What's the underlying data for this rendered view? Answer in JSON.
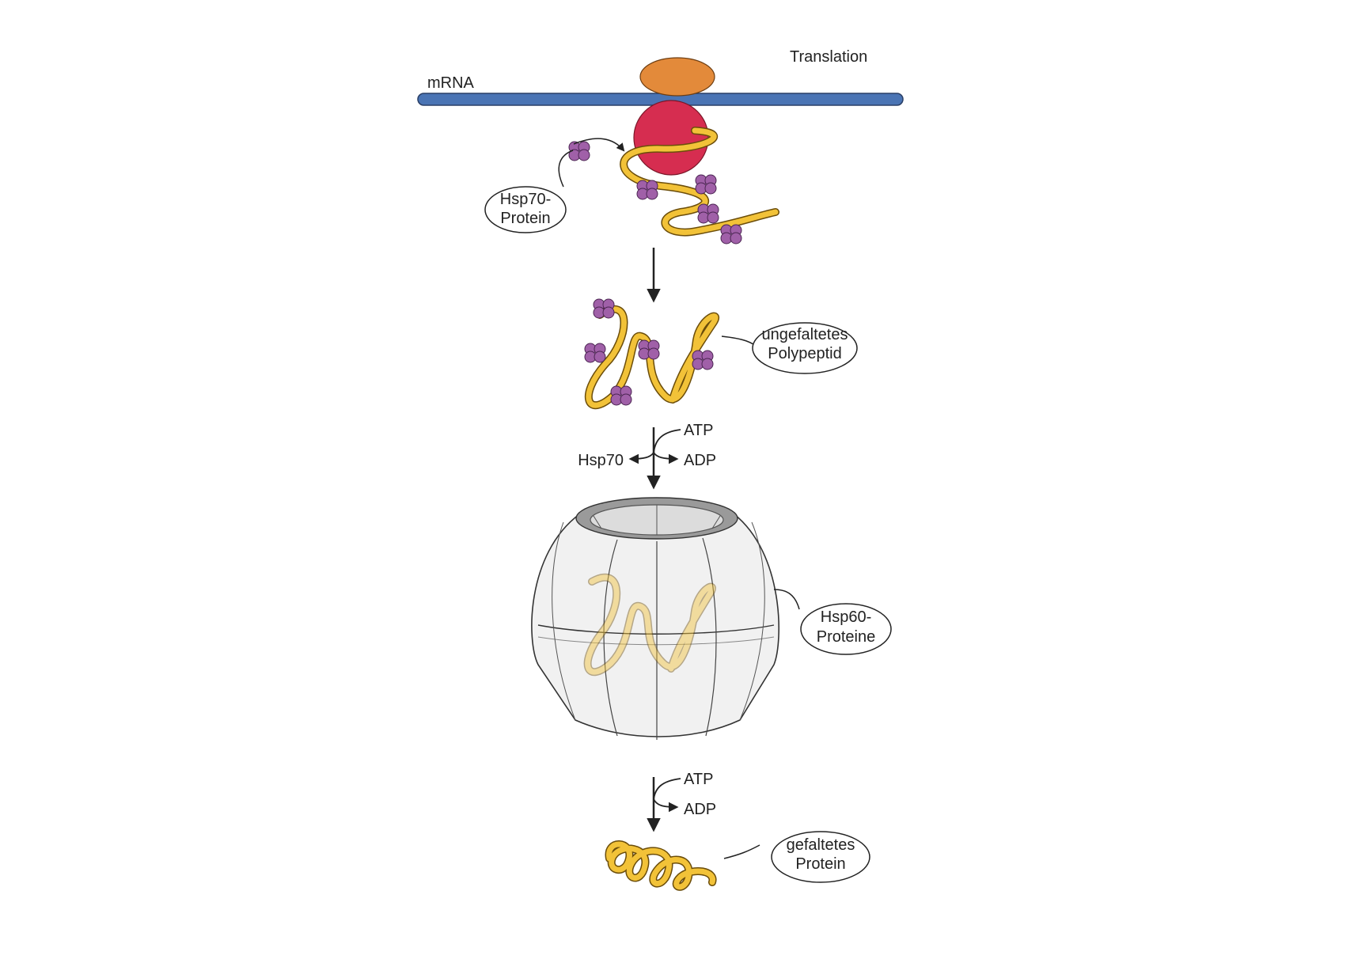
{
  "labels": {
    "translation": "Translation",
    "mrna": "mRNA",
    "hsp70_protein": [
      "Hsp70-",
      "Protein"
    ],
    "unfolded": [
      "ungefaltetes",
      "Polypeptid"
    ],
    "atp_1": "ATP",
    "adp_1": "ADP",
    "hsp70": "Hsp70",
    "hsp60": [
      "Hsp60-",
      "Proteine"
    ],
    "atp_2": "ATP",
    "adp_2": "ADP",
    "folded": [
      "gefaltetes",
      "Protein"
    ]
  },
  "colors": {
    "mrna": "#4a74b4",
    "ribosome_small": "#e38a3a",
    "ribosome_large": "#d62d50",
    "polypeptide": "#f2c238",
    "polypeptide_edge": "#6b4d0a",
    "hsp70": "#a060a8",
    "chaperonin": "#f1f1f1",
    "chaperonin_rim": "#9a9a9a"
  }
}
